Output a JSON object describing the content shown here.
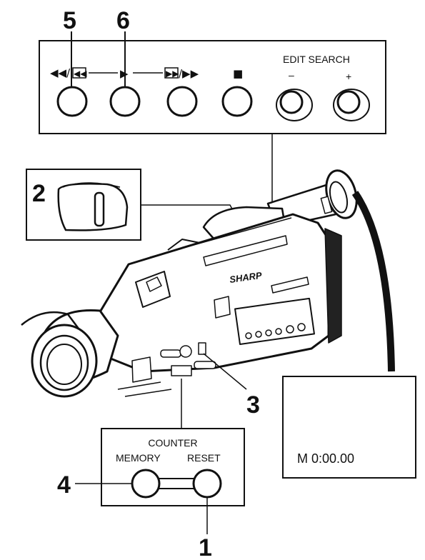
{
  "callouts": {
    "n1": "1",
    "n2": "2",
    "n3": "3",
    "n4": "4",
    "n5": "5",
    "n6": "6"
  },
  "top_panel": {
    "rewind_symbol": "◀◀/",
    "review_symbol": "◀◀",
    "play_symbol": "▶",
    "cue_symbol": "▶▶",
    "ff_symbol": "/▶▶",
    "stop_symbol": "■",
    "edit_search_label": "EDIT SEARCH",
    "minus_label": "–",
    "plus_label": "+"
  },
  "camcorder": {
    "brand": "SHARP"
  },
  "counter_panel": {
    "title": "COUNTER",
    "memory_label": "MEMORY",
    "reset_label": "RESET"
  },
  "display": {
    "readout": "M 0:00.00"
  }
}
